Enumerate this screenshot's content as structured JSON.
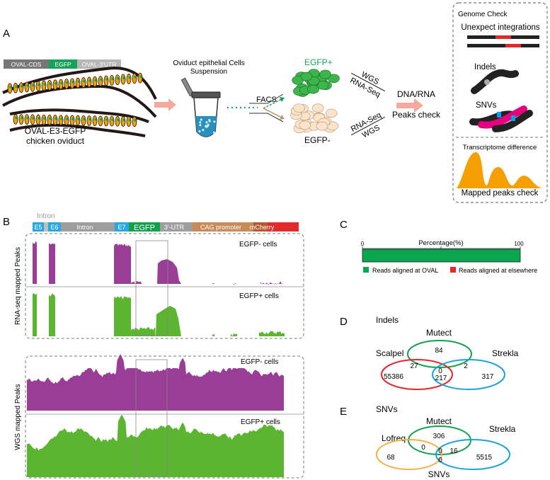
{
  "panels": {
    "A": "A",
    "B": "B",
    "C": "C",
    "D": "D",
    "E": "E"
  },
  "panel_a": {
    "construct": [
      "OVAL-CDS",
      "EGFP",
      "OVAL-3'UTR"
    ],
    "oviduct_label_1": "OVAL-E3-EGFP",
    "oviduct_label_2": "chicken oviduct",
    "suspension_1": "Oviduct epithelial Cells",
    "suspension_2": "Suspension",
    "facs": "FACS",
    "egfp_pos": "EGFP+",
    "egfp_neg": "EGFP-",
    "wgs": "WGS",
    "rnaseq": "RNA-Seq",
    "dnarna_1": "DNA/RNA",
    "dnarna_2": "Peaks check",
    "genome_check": "Genome Check",
    "unexpect": "Unexpect integrations",
    "indels": "Indels",
    "snvs": "SNVs",
    "transcriptome": "Transcriptome difference",
    "mapped_peaks": "Mapped peaks check"
  },
  "panel_b": {
    "intron_top": "Intron",
    "segments": [
      "E5",
      "E6",
      "Intron",
      "E7",
      "EGFP",
      "3'-UTR",
      "CAG promoter",
      "mCherry"
    ],
    "rna_ylabel": "RNA-seq mapped Peaks",
    "wgs_ylabel": "WGS mapped Peaks",
    "neg_cells": "EGFP- cells",
    "pos_cells": "EGFP+ cells"
  },
  "panel_c": {
    "axis_title": "Percentage(%)",
    "tick_0": "0",
    "tick_100": "100",
    "legend_oval": "Reads aligned at OVAL",
    "legend_else": "Reads aligned at elsewhere",
    "oval_pct": 100,
    "colors": {
      "oval": "#0aa650",
      "elsewhere": "#e8262b"
    }
  },
  "panel_d": {
    "title": "Indels",
    "set_top": "Mutect",
    "set_left": "Scalpel",
    "set_right": "Strekla",
    "n_top": "84",
    "n_left": "55386",
    "n_right": "317",
    "n_top_left": "27",
    "n_top_right": "2",
    "n_center": "0",
    "n_left_right": "217"
  },
  "panel_e": {
    "title": "SNVs",
    "set_top": "Mutect",
    "set_left": "Lofreq",
    "set_right": "Strekla",
    "bottom_label": "SNVs",
    "n_top": "306",
    "n_left": "68",
    "n_right": "5515",
    "n_top_left": "0",
    "n_top_right": "16",
    "n_center": "0",
    "n_left_right": "0"
  },
  "colors": {
    "purple": "#993d96",
    "green": "#5cb531",
    "orange": "#f5a000",
    "salmon": "#f3a99b",
    "venn_green": "#12a04a",
    "venn_red": "#e5262b",
    "venn_blue": "#1da3da",
    "venn_orange": "#f3b14a"
  }
}
